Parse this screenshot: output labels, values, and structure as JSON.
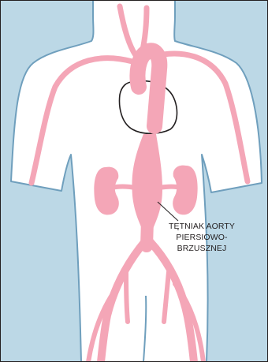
{
  "annotation": {
    "lines": [
      "TĘTNIAK AORTY",
      "PIERSIOWO-",
      "BRZUSZNEJ"
    ]
  },
  "colors": {
    "background": "#bcd8e6",
    "body_outline": "#6f9fbd",
    "body_fill": "#ffffff",
    "vessel": "#f4a6b7",
    "heart_outline": "#231f20",
    "frame": "#231f20"
  },
  "icons": [
    "human-torso",
    "heart-outline",
    "aorta",
    "kidney"
  ]
}
